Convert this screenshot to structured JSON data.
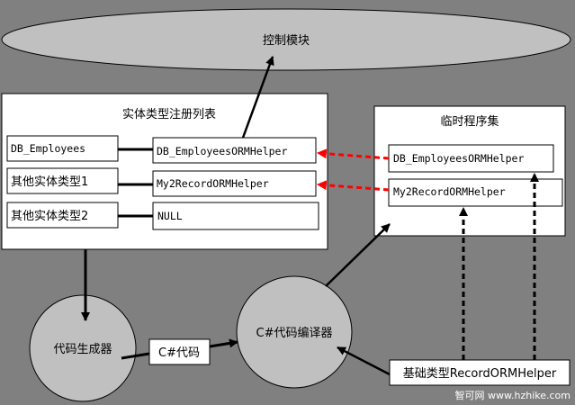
{
  "control_module": {
    "label": "控制模块"
  },
  "registry": {
    "title": "实体类型注册列表",
    "rows": [
      {
        "type": "DB_Employees",
        "helper": "DB_EmployeesORMHelper"
      },
      {
        "type": "其他实体类型1",
        "helper": "My2RecordORMHelper"
      },
      {
        "type": "其他实体类型2",
        "helper": "NULL"
      }
    ]
  },
  "temp_assembly": {
    "title": "临时程序集",
    "items": [
      "DB_EmployeesORMHelper",
      "My2RecordORMHelper"
    ]
  },
  "code_generator": {
    "label": "代码生成器"
  },
  "csharp_code": {
    "label": "C#代码"
  },
  "compiler": {
    "label": "C#代码编译器"
  },
  "base_type": {
    "label": "基础类型RecordORMHelper"
  },
  "watermark": {
    "label": "智可网 www.hzhike.com"
  },
  "colors": {
    "background": "#808080",
    "ellipse": "#c0c0c0",
    "box": "#ffffff",
    "dashed_red": "#ff0000"
  }
}
